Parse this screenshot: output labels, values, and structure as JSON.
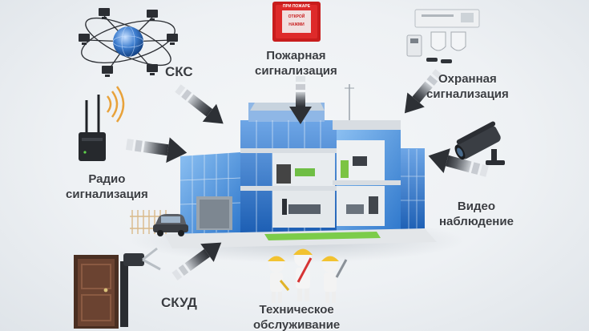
{
  "labels": {
    "sks": "СКС",
    "fire": [
      "Пожарная",
      "сигнализация"
    ],
    "security": [
      "Охранная",
      "сигнализация"
    ],
    "radio": [
      "Радио",
      "сигнализация"
    ],
    "video": [
      "Видео",
      "наблюдение"
    ],
    "skud": "СКУД",
    "maintenance": [
      "Техническое",
      "обслуживание"
    ]
  },
  "fire_panel_text": [
    "ПРИ ПОЖАРЕ",
    "ОТКРОЙ",
    "НАЖМИ"
  ]
}
